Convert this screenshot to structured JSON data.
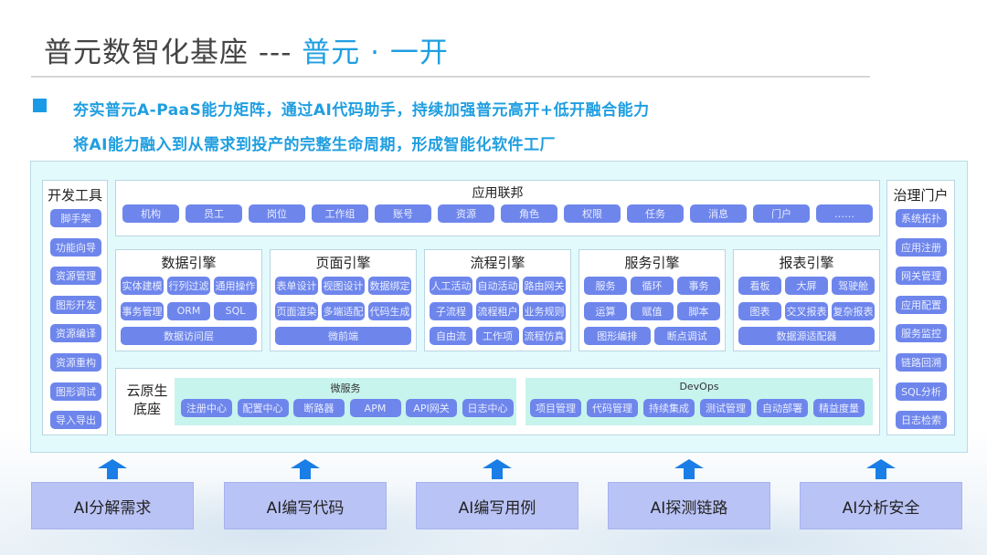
{
  "header": {
    "title_main": "普元数智化基座 --- ",
    "title_accent": "普元 · 一开",
    "subtitle_line1": "夯实普元A-PaaS能力矩阵，通过AI代码助手，持续加强普元高开+低开融合能力",
    "subtitle_line2": "将AI能力融入到从需求到投产的完整生命周期，形成智能化软件工厂"
  },
  "dev_tools": {
    "title": "开发工具",
    "items": [
      "脚手架",
      "功能向导",
      "资源管理",
      "图形开发",
      "资源编译",
      "资源重构",
      "图形调试",
      "导入导出"
    ]
  },
  "governance": {
    "title": "治理门户",
    "items": [
      "系统拓扑",
      "应用注册",
      "网关管理",
      "应用配置",
      "服务监控",
      "链路回溯",
      "SQL分析",
      "日志检索"
    ]
  },
  "federation": {
    "title": "应用联邦",
    "items": [
      "机构",
      "员工",
      "岗位",
      "工作组",
      "账号",
      "资源",
      "角色",
      "权限",
      "任务",
      "消息",
      "门户",
      "……"
    ]
  },
  "engines": [
    {
      "title": "数据引擎",
      "rows": [
        [
          "实体建模",
          "行列过滤",
          "通用操作"
        ],
        [
          "事务管理",
          "ORM",
          "SQL"
        ],
        [
          "数据访问层"
        ]
      ]
    },
    {
      "title": "页面引擎",
      "rows": [
        [
          "表单设计",
          "视图设计",
          "数据绑定"
        ],
        [
          "页面渲染",
          "多端适配",
          "代码生成"
        ],
        [
          "微前端"
        ]
      ]
    },
    {
      "title": "流程引擎",
      "rows": [
        [
          "人工活动",
          "自动活动",
          "路由网关"
        ],
        [
          "子流程",
          "流程租户",
          "业务规则"
        ],
        [
          "自由流",
          "工作项",
          "流程仿真"
        ]
      ]
    },
    {
      "title": "服务引擎",
      "rows": [
        [
          "服务",
          "循环",
          "事务"
        ],
        [
          "运算",
          "赋值",
          "脚本"
        ],
        [
          "图形编排",
          "断点调试"
        ]
      ]
    },
    {
      "title": "报表引擎",
      "rows": [
        [
          "看板",
          "大屏",
          "驾驶舱"
        ],
        [
          "图表",
          "交叉报表",
          "复杂报表"
        ],
        [
          "数据源适配器"
        ]
      ]
    }
  ],
  "cloud_native": {
    "title_line1": "云原生",
    "title_line2": "底座",
    "microservice": {
      "title": "微服务",
      "items": [
        "注册中心",
        "配置中心",
        "断路器",
        "APM",
        "API网关",
        "日志中心"
      ]
    },
    "devops": {
      "title": "DevOps",
      "items": [
        "项目管理",
        "代码管理",
        "持续集成",
        "测试管理",
        "自动部署",
        "精益度量"
      ]
    }
  },
  "ai_capabilities": [
    "AI分解需求",
    "AI编写代码",
    "AI编写用例",
    "AI探测链路",
    "AI分析安全"
  ],
  "colors": {
    "accent": "#1f9ee0",
    "chip": "#6e86ec",
    "frame_bg": "#e3fafc",
    "lane_bg": "#c8f4ee",
    "ai_box": "#b9c3f5",
    "arrow": "#1a7ee6"
  }
}
